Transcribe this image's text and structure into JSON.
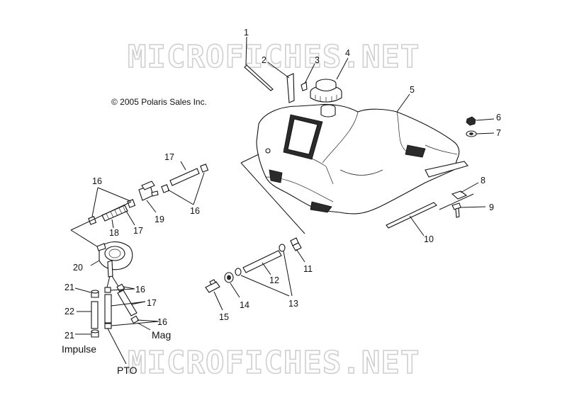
{
  "watermark": "MICROFICHES.NET",
  "copyright": "© 2005 Polaris Sales Inc.",
  "callouts": {
    "n1": "1",
    "n2": "2",
    "n3": "3",
    "n4": "4",
    "n5": "5",
    "n6": "6",
    "n7": "7",
    "n8": "8",
    "n9": "9",
    "n10": "10",
    "n11": "11",
    "n12": "12",
    "n13": "13",
    "n14": "14",
    "n15": "15",
    "n16a": "16",
    "n16b": "16",
    "n16c": "16",
    "n16d": "16",
    "n17a": "17",
    "n17b": "17",
    "n17c": "17",
    "n18": "18",
    "n19": "19",
    "n20": "20",
    "n21a": "21",
    "n21b": "21",
    "n22": "22"
  },
  "text_labels": {
    "impulse": "Impulse",
    "mag": "Mag",
    "pto": "PTO"
  }
}
